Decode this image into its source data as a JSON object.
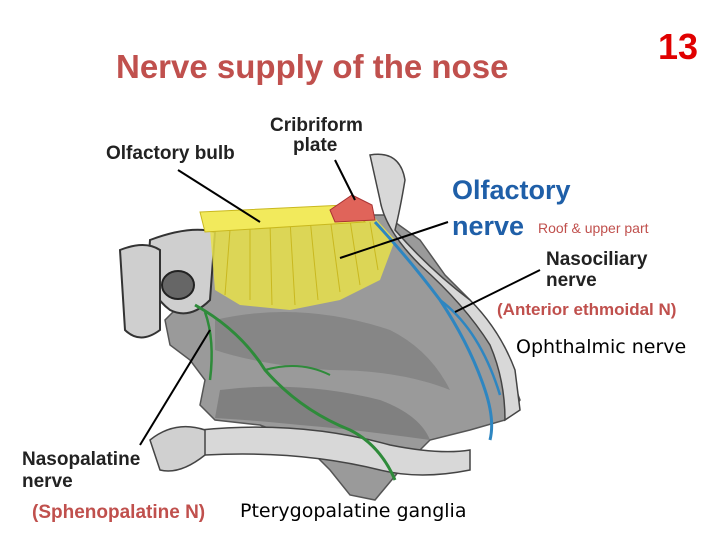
{
  "slide": {
    "title": "Nerve supply of the nose",
    "number": "13"
  },
  "labels": {
    "olfactory_bulb": "Olfactory bulb",
    "cribriform_line1": "Cribriform",
    "cribriform_line2": "plate",
    "olfactory_nerve_line1": "Olfactory",
    "olfactory_nerve_line2": "nerve",
    "roof_upper_part": "Roof & upper part",
    "nasociliary_line1": "Nasociliary",
    "nasociliary_line2": "nerve",
    "anterior_ethmoidal": "(Anterior ethmoidal N)",
    "ophthalmic": "Ophthalmic nerve",
    "nasopalatine_line1": "Nasopalatine",
    "nasopalatine_line2": "nerve",
    "sphenopalatine": "(Sphenopalatine N)",
    "pterygopalatine": "Pterygopalatine ganglia"
  },
  "colors": {
    "title": "#c0504d",
    "number": "#e00000",
    "olfactory_nerve": "#1f5fa8",
    "olfactory_fibers": "#e8e04a",
    "nasociliary_nerve": "#2e86c1",
    "palatine_nerves": "#2e8b3a",
    "cribriform_plate": "#e0645a",
    "tissue": "#9a9a9a"
  }
}
